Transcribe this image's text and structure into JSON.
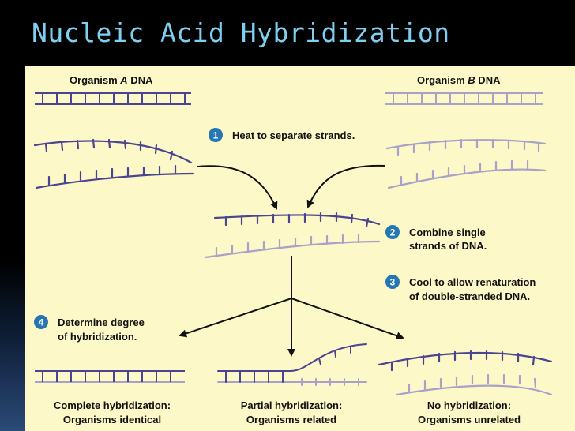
{
  "slide": {
    "title": "Nucleic Acid Hybridization"
  },
  "colors": {
    "background": "#000000",
    "title": "#7fd0f0",
    "panel": "#fcf8c8",
    "strand_a": "#4a4590",
    "strand_b": "#a9a2c8",
    "step_badge": "#2577b3",
    "arrow": "#111111"
  },
  "diagram": {
    "organism_a": {
      "prefix": "Organism ",
      "name": "A",
      "suffix": " DNA"
    },
    "organism_b": {
      "prefix": "Organism ",
      "name": "B",
      "suffix": " DNA"
    },
    "steps": [
      {
        "number": "1",
        "lines": [
          "Heat to separate strands."
        ]
      },
      {
        "number": "2",
        "lines": [
          "Combine single",
          "strands of DNA."
        ]
      },
      {
        "number": "3",
        "lines": [
          "Cool to allow renaturation",
          "of double-stranded DNA."
        ]
      },
      {
        "number": "4",
        "lines": [
          "Determine degree",
          "of hybridization."
        ]
      }
    ],
    "results": [
      {
        "line1": "Complete hybridization:",
        "line2": "Organisms identical"
      },
      {
        "line1": "Partial hybridization:",
        "line2": "Organisms related"
      },
      {
        "line1": "No hybridization:",
        "line2": "Organisms unrelated"
      }
    ]
  }
}
